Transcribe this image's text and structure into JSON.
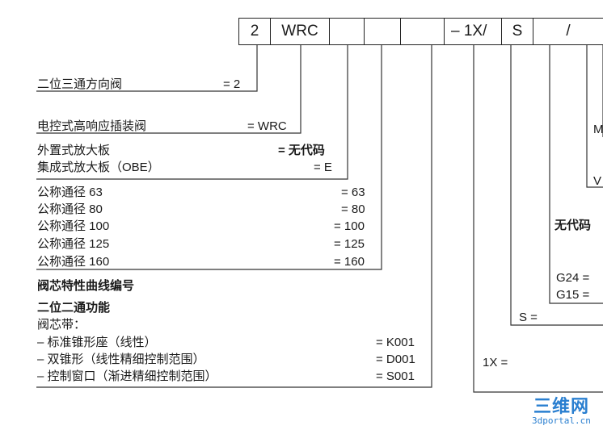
{
  "code_boxes": [
    "2",
    "WRC",
    "",
    "",
    "",
    "1X",
    "S",
    "",
    ""
  ],
  "separators": {
    "dash": "–",
    "slash_a": "/",
    "slash_b": "/"
  },
  "entries": {
    "e1_label": "二位三通方向阀",
    "e1_value": "= 2",
    "e2_label": "电控式高响应插装阀",
    "e2_value": "= WRC",
    "e3_label": "外置式放大板",
    "e3_value": "= 无代码",
    "e4_label": "集成式放大板（OBE）",
    "e4_value": "= E",
    "sizes": [
      {
        "label": "公称通径 63",
        "value": "= 63"
      },
      {
        "label": "公称通径 80",
        "value": "= 80"
      },
      {
        "label": "公称通径 100",
        "value": "= 100"
      },
      {
        "label": "公称通径 125",
        "value": "= 125"
      },
      {
        "label": "公称通径 160",
        "value": "= 160"
      }
    ],
    "spool_title": "阀芯特性曲线编号",
    "function_title": "二位二通功能",
    "spool_with": "阀芯带：",
    "spools": [
      {
        "label": "– 标准锥形座（线性）",
        "value": "= K001"
      },
      {
        "label": "– 双锥形（线性精细控制范围）",
        "value": "= D001"
      },
      {
        "label": "– 控制窗口（渐进精细控制范围）",
        "value": "= S001"
      }
    ]
  },
  "right": {
    "m_label": "M",
    "v_label": "V",
    "no_code": "无代码",
    "g24": "G24 =",
    "g15": "G15 =",
    "s_eq": "S =",
    "x1_eq": "1X ="
  },
  "watermark": {
    "main": "三维网",
    "sub": "3dportal.cn"
  }
}
